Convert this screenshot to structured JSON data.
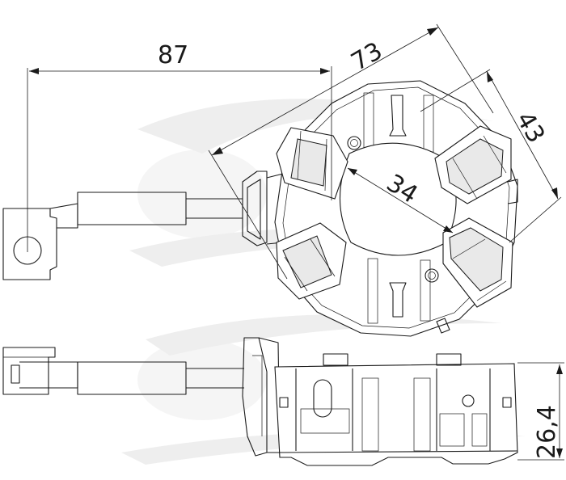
{
  "dimensions": {
    "overall_length": "87",
    "diagonal_width": "73",
    "diagonal_depth": "43",
    "inner_bore": "34",
    "height": "26,4"
  },
  "colors": {
    "line": "#1a1a1a",
    "watermark": "#eeeeee",
    "background": "#ffffff"
  }
}
